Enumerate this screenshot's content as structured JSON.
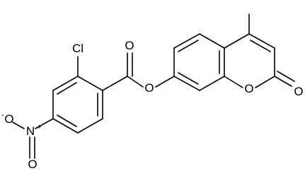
{
  "labels": {
    "ch3": "",
    "ring_oxygen": "O",
    "lactone_carbonyl_o": "O",
    "ester_oxygen": "O",
    "ester_carbonyl_o": "O",
    "chlorine": "Cl",
    "nitro_n": "N",
    "nitro_n_charge": "+",
    "nitro_o_double": "O",
    "nitro_o_single": "O",
    "nitro_o_charge": "-"
  },
  "colors": {
    "bond": "#000000",
    "background": "#ffffff"
  }
}
